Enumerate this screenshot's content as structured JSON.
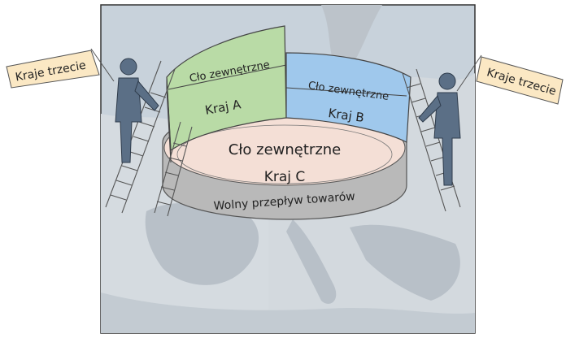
{
  "labels": {
    "third_countries_left": "Kraje trzecie",
    "third_countries_right": "Kraje trzecie",
    "duty_a": "Cło zewnętrzne",
    "duty_b": "Cło zewnętrzne",
    "duty_c": "Cło zewnętrzne",
    "country_a": "Kraj A",
    "country_b": "Kraj B",
    "country_c": "Kraj C",
    "free_movement": "Wolny przepływ towarów"
  },
  "colors": {
    "map_sea": "#c8d2db",
    "map_land": "#d8dde2",
    "map_land_dark": "#bcc3ca",
    "country_a": "#b9dba6",
    "country_b": "#9fc8ec",
    "country_c": "#f4dfd6",
    "ring": "#b9b9b9",
    "figure": "#5b6f86",
    "flag": "#fbe8c4"
  }
}
